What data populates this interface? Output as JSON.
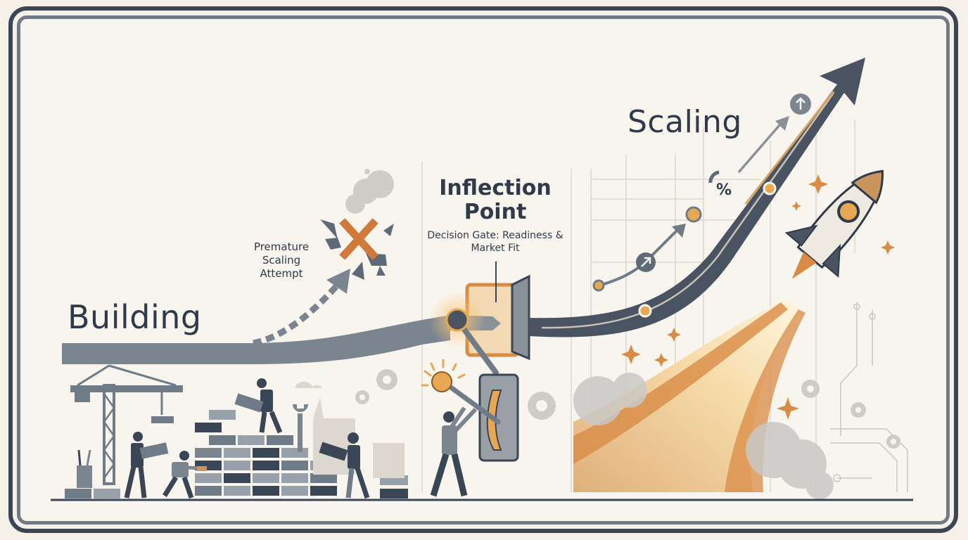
{
  "labels": {
    "building": "Building",
    "premature": "Premature Scaling Attempt",
    "inflection_title": "Inflection Point",
    "gate_caption": "Decision Gate: Readiness & Market Fit",
    "scaling": "Scaling",
    "percent_badge": "%"
  },
  "stages": [
    {
      "name": "Building",
      "description": "Team laying bricks, crane, tools"
    },
    {
      "name": "Inflection Point",
      "description": "Lever switch / decision gate"
    },
    {
      "name": "Scaling",
      "description": "Rocket launching along rising arrow"
    }
  ],
  "icons": {
    "failed_attempt": "x-mark-icon",
    "growth_badge": "arrow-up-circle-icon",
    "trend_badge": "arrow-up-right-circle-icon",
    "rocket": "rocket-icon",
    "gear": "gear-icon",
    "wrench": "wrench-icon",
    "crane": "crane-icon",
    "lever": "lever-switch-icon"
  },
  "colors": {
    "background": "#f8f5ee",
    "frame_dark": "#3a4556",
    "frame_light": "#6f7b87",
    "text": "#2f3a4a",
    "path_gray": "#7b8590",
    "path_dark": "#4a5362",
    "accent_orange": "#d98b45",
    "accent_gold": "#e8a853",
    "brick_dark": "#3a4556",
    "brick_mid": "#6f7b87",
    "brick_light": "#98a1aa"
  }
}
